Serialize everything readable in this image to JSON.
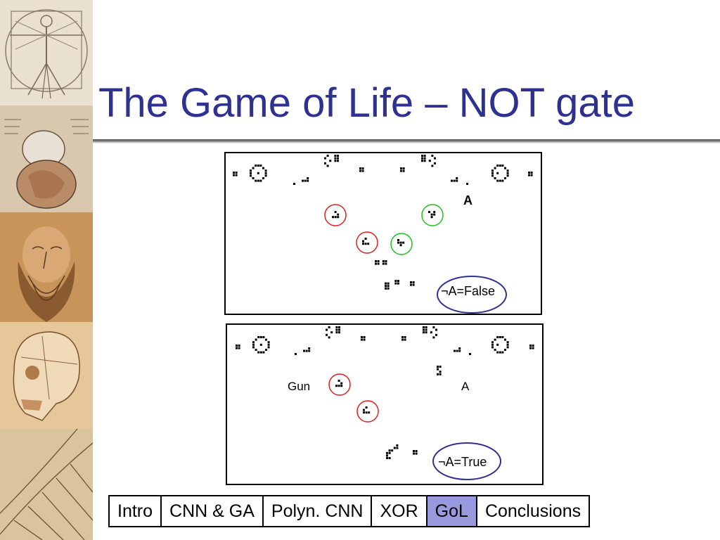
{
  "slide": {
    "title": "The Game of Life – NOT gate"
  },
  "diagram_top": {
    "label_a": "A",
    "output_label": "¬A=False"
  },
  "diagram_bottom": {
    "gun_label": "Gun",
    "label_a": "A",
    "output_label": "¬A=True"
  },
  "nav": {
    "items": [
      {
        "label": "Intro",
        "active": false
      },
      {
        "label": "CNN & GA",
        "active": false
      },
      {
        "label": "Polyn. CNN",
        "active": false
      },
      {
        "label": "XOR",
        "active": false
      },
      {
        "label": "GoL",
        "active": true
      },
      {
        "label": "Conclusions",
        "active": false
      }
    ],
    "active_color": "#9999dd"
  },
  "colors": {
    "title": "#2e3192",
    "circle_red": "#e02020",
    "circle_green": "#20c020",
    "circle_blue": "#2e3192"
  }
}
